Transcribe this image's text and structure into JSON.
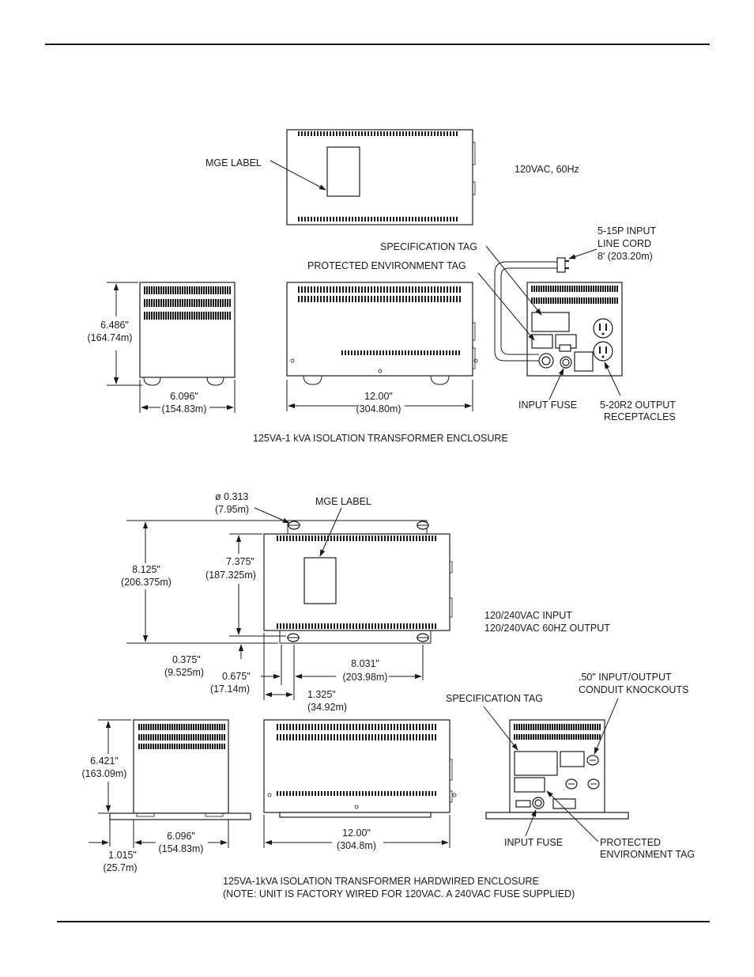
{
  "top_figure": {
    "caption": "125VA-1 kVA ISOLATION TRANSFORMER ENCLOSURE",
    "mge_label": "MGE LABEL",
    "voltage_note": "120VAC, 60Hz",
    "input_cord": [
      "5-15P INPUT",
      "LINE CORD",
      "8' (203.20m)"
    ],
    "specification_tag": "SPECIFICATION TAG",
    "protected_env_tag": "PROTECTED ENVIRONMENT TAG",
    "height_dim": [
      "6.486\"",
      "(164.74m)"
    ],
    "width_dim": [
      "6.096\"",
      "(154.83m)"
    ],
    "length_dim": [
      "12.00\"",
      "(304.80m)"
    ],
    "input_fuse": "INPUT FUSE",
    "output_receptacles": [
      "5-20R2 OUTPUT",
      "RECEPTACLES"
    ]
  },
  "bottom_figure": {
    "caption_lines": [
      "125VA-1kVA ISOLATION TRANSFORMER HARDWIRED ENCLOSURE",
      "(NOTE: UNIT IS FACTORY WIRED FOR 120VAC. A 240VAC FUSE SUPPLIED)"
    ],
    "hole_dim": [
      "ø 0.313",
      "(7.95m)"
    ],
    "mge_label": "MGE LABEL",
    "overall_depth_dim": [
      "8.125\"",
      "(206.375m)"
    ],
    "inner_depth_dim": [
      "7.375\"",
      "(187.325m)"
    ],
    "voltage_note": [
      "120/240VAC INPUT",
      "120/240VAC 60HZ OUTPUT"
    ],
    "offset_dim": [
      "0.375\"",
      "(9.525m)"
    ],
    "hole_offset_dim": [
      "0.675\"",
      "(17.14m)"
    ],
    "hole_spacing_dim": [
      "8.031\"",
      "(203.98m)"
    ],
    "edge_offset_dim": [
      "1.325\"",
      "(34.92m)"
    ],
    "specification_tag": "SPECIFICATION TAG",
    "conduit_knockouts": [
      ".50\" INPUT/OUTPUT",
      "CONDUIT KNOCKOUTS"
    ],
    "height_dim": [
      "6.421\"",
      "(163.09m)"
    ],
    "width_dim": [
      "6.096\"",
      "(154.83m)"
    ],
    "flange_dim": [
      "1.015\"",
      "(25.7m)"
    ],
    "length_dim": [
      "12.00\"",
      "(304.8m)"
    ],
    "input_fuse": "INPUT FUSE",
    "protected_env_tag": [
      "PROTECTED",
      "ENVIRONMENT TAG"
    ]
  }
}
